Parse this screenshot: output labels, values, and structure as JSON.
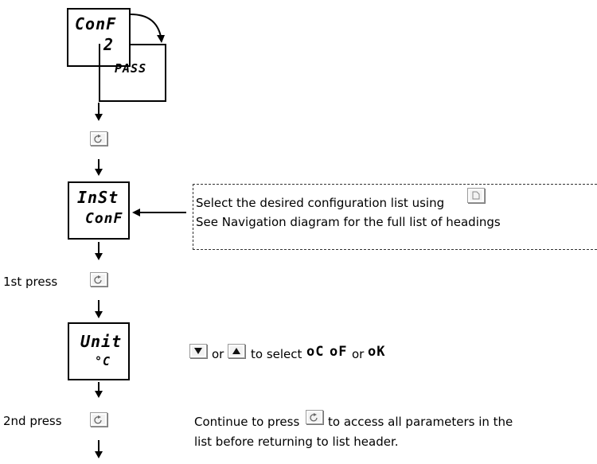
{
  "displays": {
    "conf": {
      "line1": "ConF",
      "line2": "2",
      "sub": "PASS"
    },
    "inst": {
      "line1": "InSt",
      "line2": "ConF"
    },
    "unit": {
      "line1": "Unit",
      "line2": "°C"
    }
  },
  "steps": {
    "first_press_label": "1st press",
    "second_press_label": "2nd press"
  },
  "note": {
    "line1": "Select the desired configuration list using",
    "line2": "See Navigation diagram for the full list of headings"
  },
  "unit_select": {
    "or1": "or",
    "to_select": "to select",
    "opt1": "oC",
    "opt2": "oF",
    "or2": "or",
    "opt3": "oK"
  },
  "continue": {
    "line1a": "Continue to press",
    "line1b": "to access all parameters in the",
    "line2": "list before returning to list header."
  },
  "icons": {
    "scroll": "scroll-key-icon",
    "page": "page-key-icon",
    "down": "down-arrow-key-icon",
    "up": "up-arrow-key-icon"
  }
}
